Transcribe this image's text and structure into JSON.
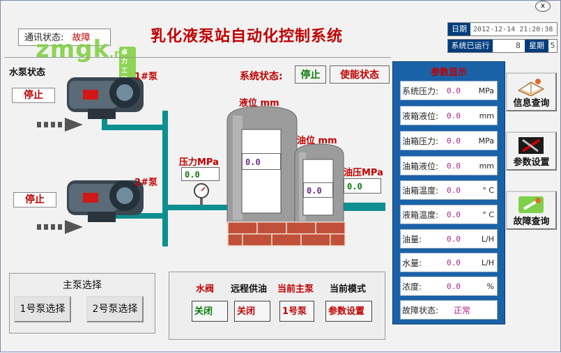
{
  "window": {
    "close_label": "x"
  },
  "comm": {
    "label": "通讯状态:",
    "value": "故障"
  },
  "watermark": {
    "text": "zmgk",
    "net": ".net",
    "small": "卓力工矿"
  },
  "title": "乳化液泵站自动化控制系统",
  "date": {
    "label": "日期",
    "value": "2012-12-14 21:20:38"
  },
  "run": {
    "label": "系统已运行",
    "value": "8",
    "week_label": "星期",
    "week_value": "5"
  },
  "pump_section": {
    "label": "水泵状态"
  },
  "pump1": {
    "name": "1#泵",
    "status": "停止"
  },
  "pump2": {
    "name": "2#泵",
    "status": "停止"
  },
  "system_status": {
    "label": "系统状态:",
    "value": "停止",
    "enable": "使能状态"
  },
  "pressure": {
    "label": "压力MPa",
    "value": "0.0"
  },
  "level": {
    "label": "液位 mm",
    "value": "0.0"
  },
  "oil_level": {
    "label": "油位 mm",
    "value": "0.0"
  },
  "oil_pressure": {
    "label": "油压MPa",
    "value": "0.0"
  },
  "params": {
    "title": "参数显示",
    "rows": [
      {
        "label": "系统压力:",
        "value": "0.0",
        "unit": "MPa"
      },
      {
        "label": "液箱液位:",
        "value": "0.0",
        "unit": "mm"
      },
      {
        "label": "油箱压力:",
        "value": "0.0",
        "unit": "MPa"
      },
      {
        "label": "油箱液位:",
        "value": "0.0",
        "unit": "mm"
      },
      {
        "label": "油箱温度:",
        "value": "0.0",
        "unit": "° C"
      },
      {
        "label": "液箱温度:",
        "value": "0.0",
        "unit": "° C"
      },
      {
        "label": "油量:",
        "value": "0.0",
        "unit": "L/H"
      },
      {
        "label": "水量:",
        "value": "0.0",
        "unit": "L/H"
      },
      {
        "label": "浓度:",
        "value": "0.0",
        "unit": "%"
      },
      {
        "label": "故障状态:",
        "value": "正常",
        "unit": ""
      }
    ]
  },
  "side_buttons": {
    "info": "信息查询",
    "settings": "参数设置",
    "fault": "故障查询"
  },
  "main_pump": {
    "caption": "主泵选择",
    "btn1": "1号泵选择",
    "btn2": "2号泵选择"
  },
  "controls": {
    "labels": [
      "水阀",
      "远程供油",
      "当前主泵",
      "当前模式"
    ],
    "values": [
      "关闭",
      "关闭",
      "1号泵",
      "参数设置"
    ]
  },
  "colors": {
    "pipe": "#0e8f8f",
    "accent_red": "#c00000",
    "panel_blue": "#1a62a8",
    "brick": "#c0503a",
    "tank": "#9c9c9c"
  }
}
